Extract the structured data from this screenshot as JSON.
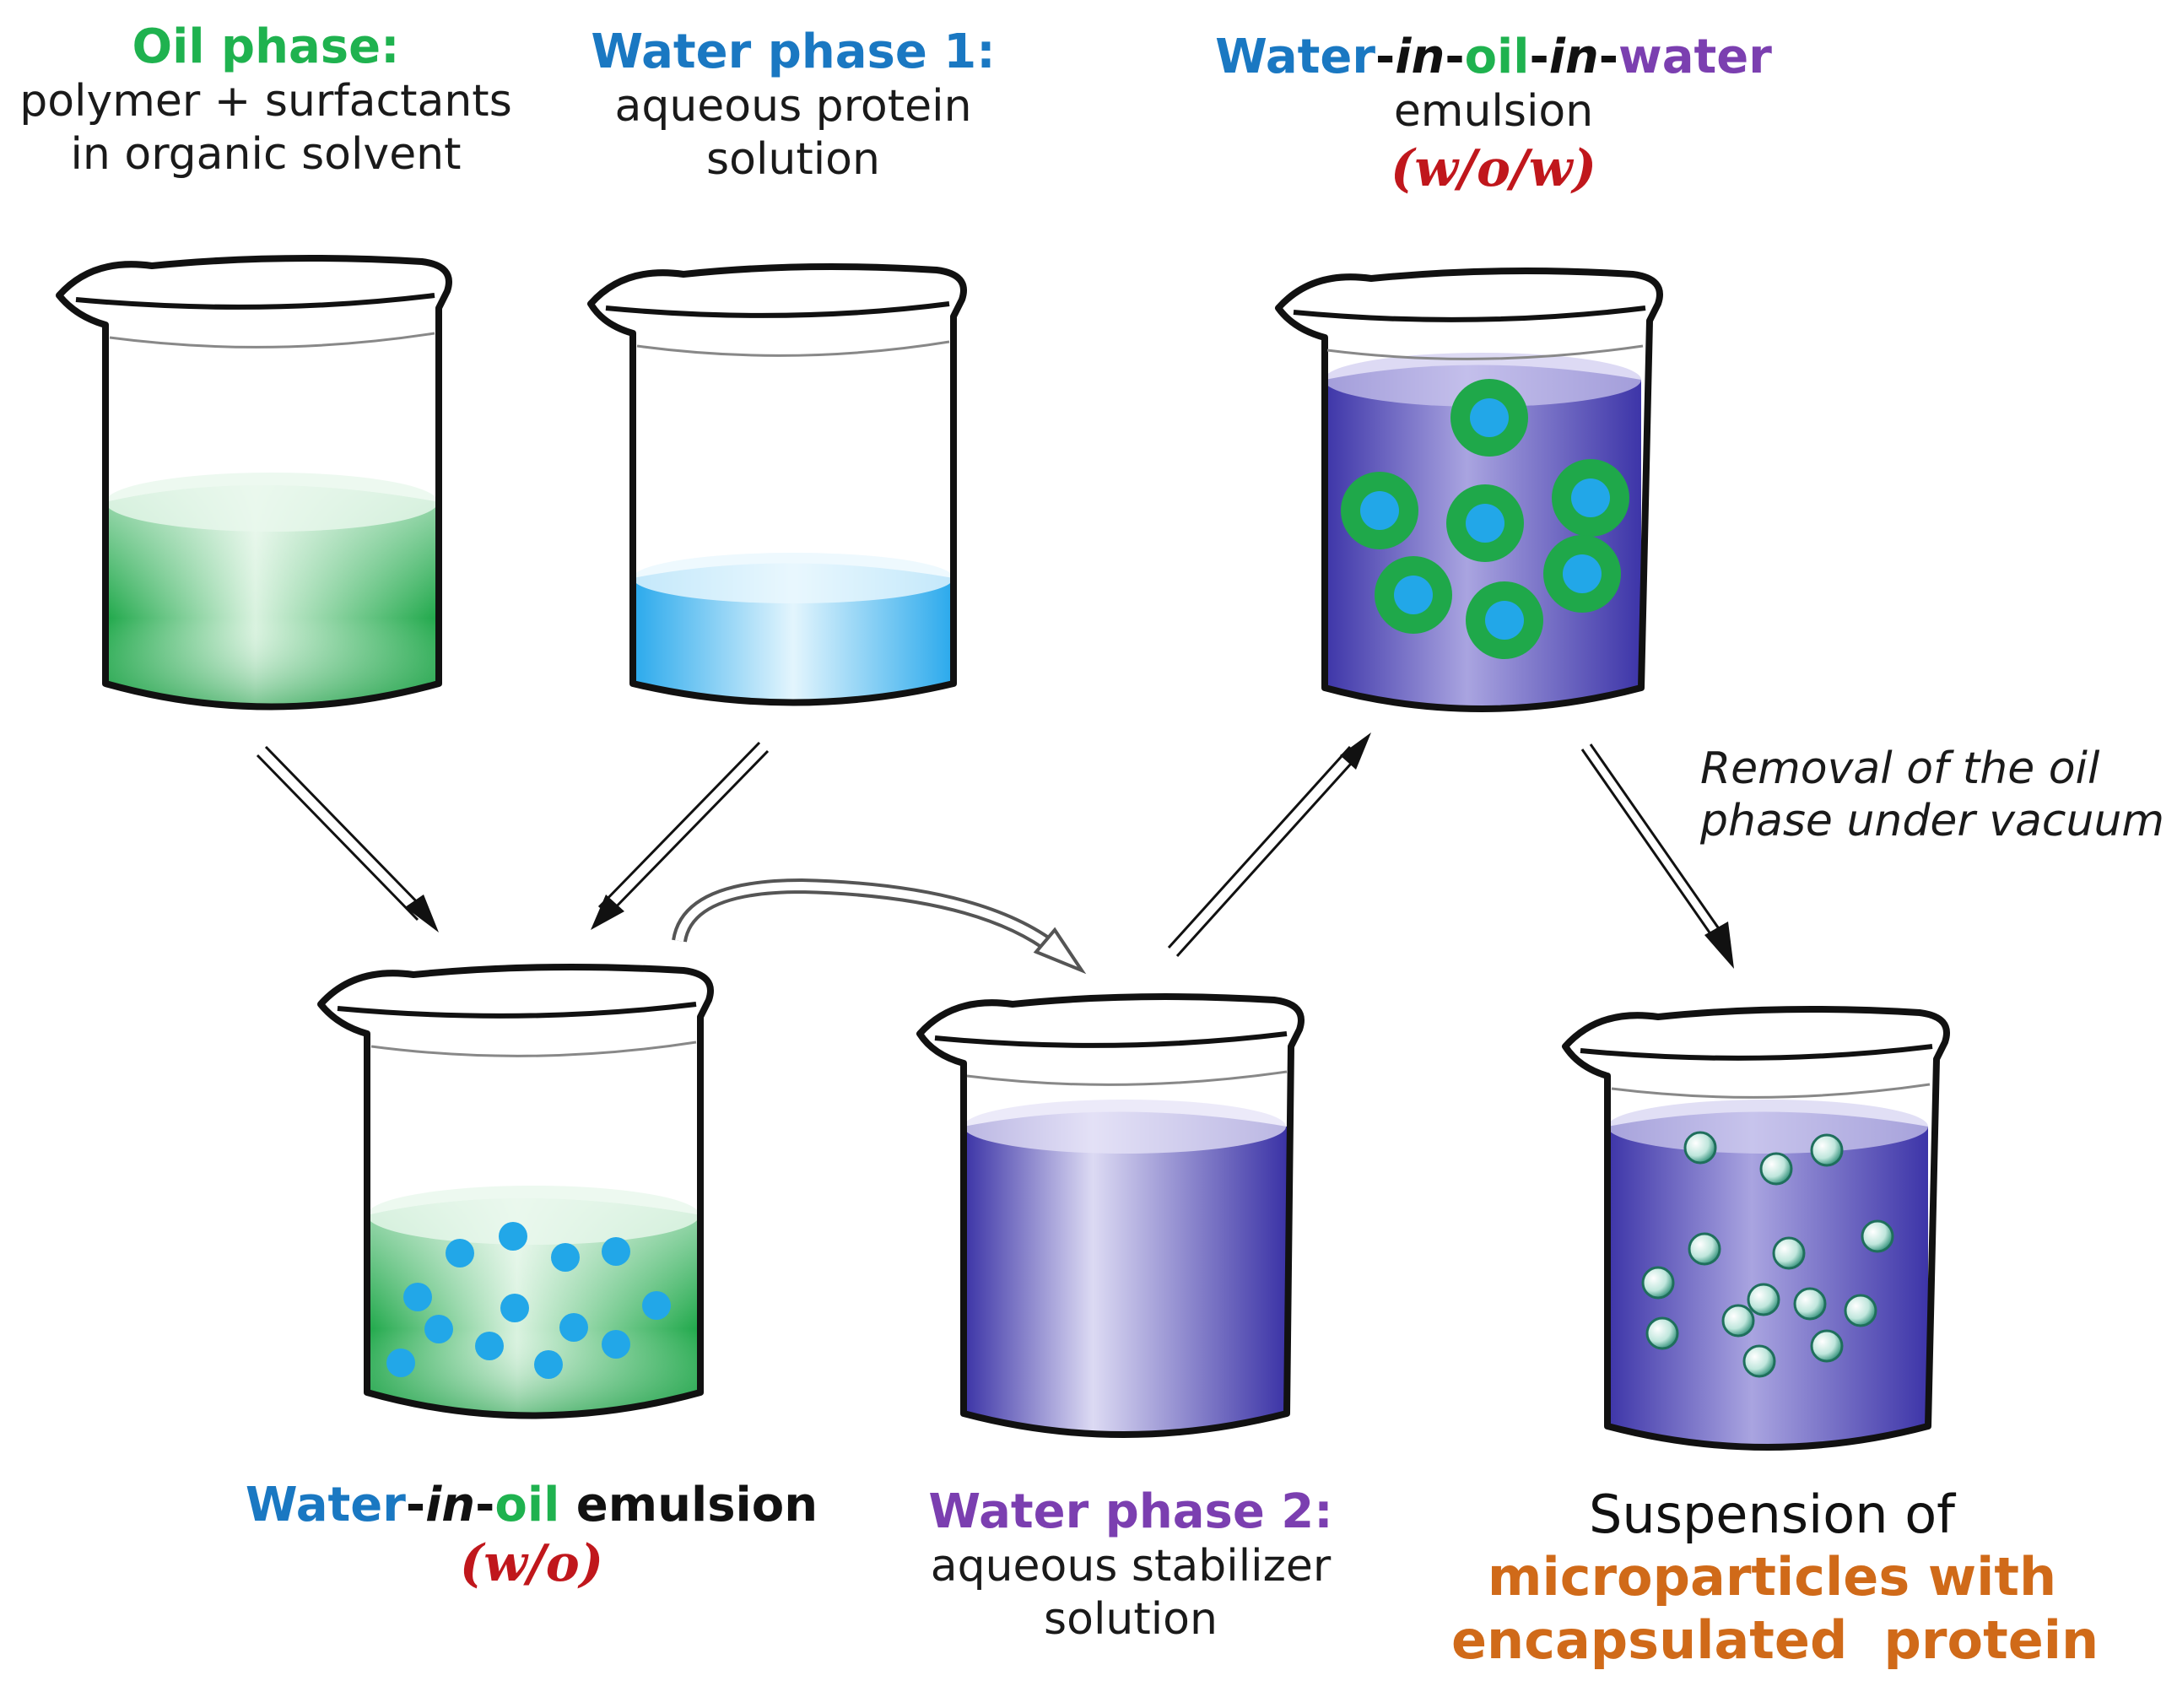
{
  "colors": {
    "oil_green": "#1fb24f",
    "water_blue": "#1a78c2",
    "droplet_blue": "#22a7e8",
    "stabilizer_purple": "#4b3fb0",
    "heading_purple": "#7b3fb0",
    "abbr_red": "#c0171c",
    "product_orange": "#d06a19",
    "text_dark": "#1a1a1a"
  },
  "labels": {
    "oil_phase": {
      "title": "Oil phase:",
      "line1": "polymer + surfactants",
      "line2": "in organic solvent"
    },
    "water_phase1": {
      "title": "Water phase 1:",
      "line1": "aqueous protein",
      "line2": "solution"
    },
    "wow": {
      "t_water1": "Water",
      "t_dash1": "-",
      "t_in1": "in",
      "t_dash2": "-",
      "t_oil": "oil",
      "t_dash3": "-",
      "t_in2": "in",
      "t_dash4": "-",
      "t_water2": "water",
      "line1": "emulsion",
      "abbr": "(w/o/w)"
    },
    "removal": {
      "line1": "Removal of the oil",
      "line2": "phase under vacuum"
    },
    "wo": {
      "t_water": "Water",
      "t_dash1": "-",
      "t_in": "in",
      "t_dash2": "-",
      "t_oil": "oil",
      "t_emulsion": " emulsion",
      "abbr": "(w/o)"
    },
    "water_phase2": {
      "title": "Water phase 2:",
      "line1": "aqueous stabilizer",
      "line2": "solution"
    },
    "suspension": {
      "line1": "Suspension of",
      "line2": "microparticles with",
      "line3": "encapsulated  protein"
    }
  }
}
